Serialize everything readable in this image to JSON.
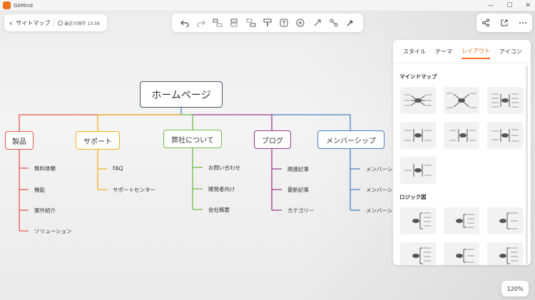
{
  "app": {
    "title": "GitMind"
  },
  "window_controls": [
    "—",
    "☐",
    "✕"
  ],
  "header": {
    "back_label": "サイトマップ",
    "save_status": "最近の保存 13:58"
  },
  "toolbar": {
    "icons": [
      "undo-icon",
      "redo-icon",
      "add-sibling-icon",
      "add-child-icon",
      "add-parent-icon",
      "format-painter-icon",
      "text-icon",
      "insert-icon",
      "relation-icon",
      "summary-icon",
      "clear-icon"
    ]
  },
  "right_tools": {
    "icons": [
      "share-icon",
      "export-icon",
      "more-icon"
    ]
  },
  "side_panel": {
    "tabs": [
      "スタイル",
      "テーマ",
      "レイアウト",
      "アイコン"
    ],
    "active_tab": "レイアウト",
    "sections": [
      {
        "title": "マインドマップ",
        "count": 7
      },
      {
        "title": "ロジック図",
        "count": 6
      }
    ]
  },
  "zoom": {
    "level": "120%"
  },
  "mindmap": {
    "root": "ホームページ",
    "branches": [
      {
        "label": "製品",
        "color": "#e8584f",
        "children": [
          "無料体験",
          "機能",
          "案件紹介",
          "ソリューション"
        ]
      },
      {
        "label": "サポート",
        "color": "#f0b323",
        "children": [
          "FAQ",
          "サポートセンター"
        ]
      },
      {
        "label": "弊社について",
        "color": "#6dbb45",
        "children": [
          "お問い合わせ",
          "開発者向け",
          "会社概要"
        ]
      },
      {
        "label": "ブログ",
        "color": "#9b3b8e",
        "children": [
          "関連記事",
          "最新記事",
          "カテゴリー"
        ]
      },
      {
        "label": "メンバーシップ",
        "color": "#4a7fc1",
        "children": [
          "メンバーシ",
          "メンバーシ",
          "メンバーシ"
        ]
      }
    ]
  }
}
